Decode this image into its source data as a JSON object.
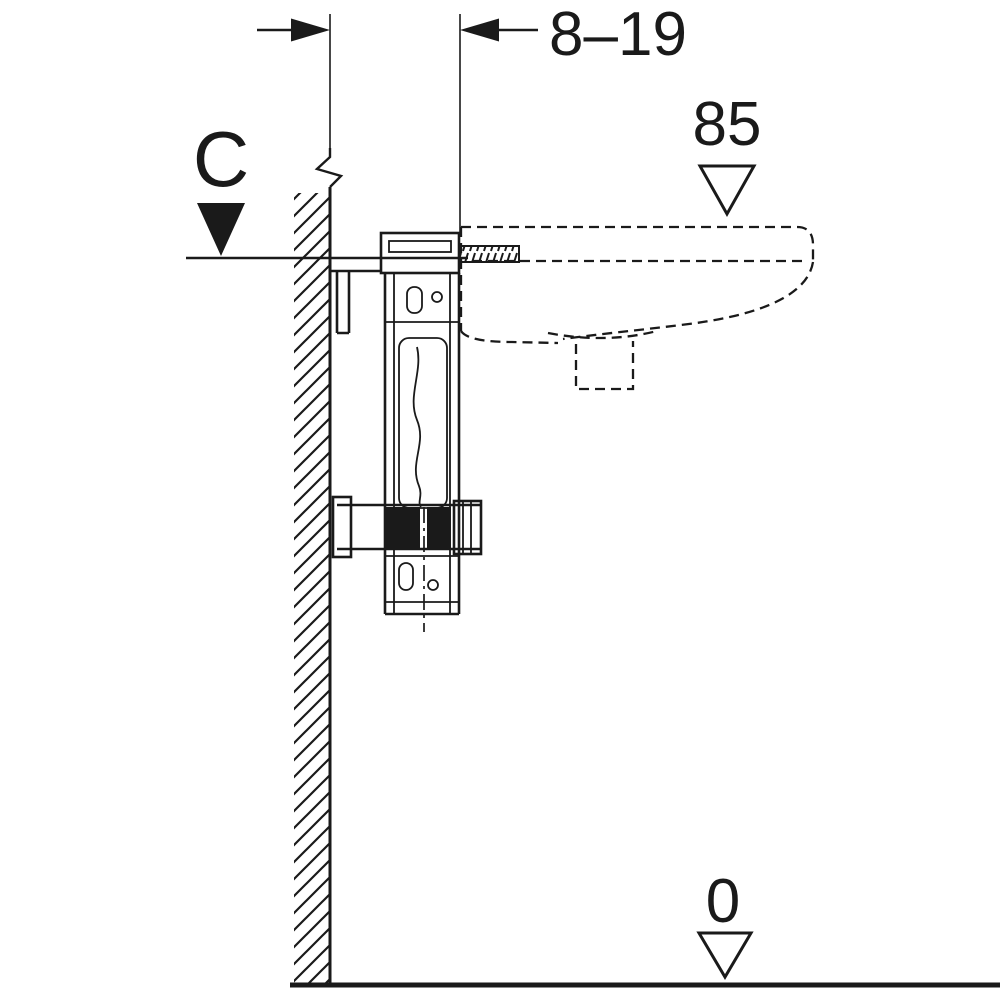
{
  "diagram": {
    "labels": {
      "offset_dimension": "8–19",
      "rim_level": "C",
      "basin_height": "85",
      "floor_level": "0"
    },
    "colors": {
      "line": "#1a1a1a",
      "background": "#ffffff"
    },
    "icons": {
      "filled_level_triangle": "▼",
      "open_level_triangle": "▽",
      "dimension_arrow_right": "►",
      "dimension_arrow_left": "◄"
    }
  }
}
